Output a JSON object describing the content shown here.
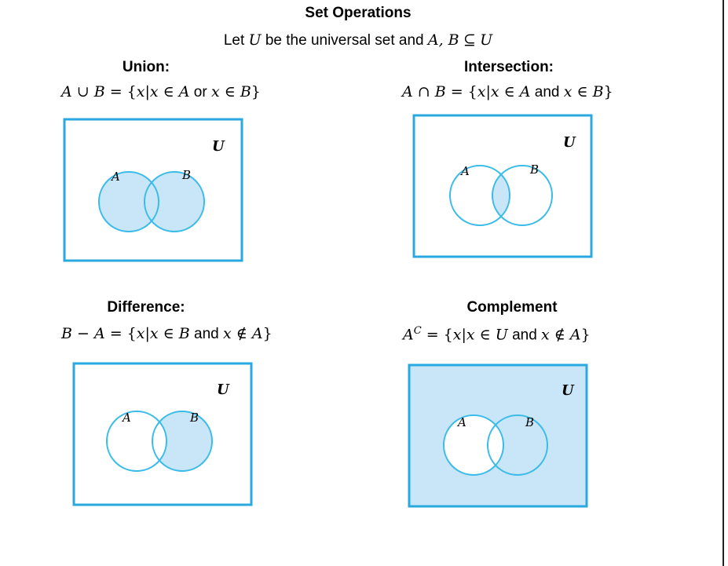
{
  "title": "Set Operations",
  "subtitle": {
    "prefix": "Let",
    "universe": "U",
    "middle": "be the universal set and",
    "sets": "A, B",
    "subset": "⊆",
    "universe2": "U"
  },
  "colors": {
    "frame": "#29a9df",
    "fill": "#c8e6f7",
    "circle_stroke": "#3bbbe8"
  },
  "panels": [
    {
      "heading": "Union:",
      "formula": {
        "lhs": "A ∪ B",
        "eq": " = {",
        "x": "x",
        "bar": "|",
        "cond1": "x ∈ A",
        "conj": "or",
        "cond2": "x ∈ B",
        "close": "}"
      },
      "labels": {
        "u": "U",
        "a": "A",
        "b": "B"
      },
      "shade": "union"
    },
    {
      "heading": "Intersection:",
      "formula": {
        "lhs": "A ∩ B",
        "eq": " = {",
        "x": "x",
        "bar": "|",
        "cond1": "x ∈ A",
        "conj": "and",
        "cond2": "x ∈ B",
        "close": "}"
      },
      "labels": {
        "u": "U",
        "a": "A",
        "b": "B"
      },
      "shade": "intersection"
    },
    {
      "heading": "Difference:",
      "formula": {
        "lhs": "B − A",
        "eq": " = {",
        "x": "x",
        "bar": "|",
        "cond1": "x ∈ B",
        "conj": "and",
        "cond2": "x ∉ A",
        "close": "}"
      },
      "labels": {
        "u": "U",
        "a": "A",
        "b": "B"
      },
      "shade": "difference"
    },
    {
      "heading": "Complement",
      "formula": {
        "lhs": "A",
        "sup": "C",
        "eq": " = {",
        "x": "x",
        "bar": "|",
        "cond1": "x ∈ U",
        "conj": "and",
        "cond2": "x ∉ A",
        "close": "}"
      },
      "labels": {
        "u": "U",
        "a": "A",
        "b": "B"
      },
      "shade": "complement"
    }
  ]
}
